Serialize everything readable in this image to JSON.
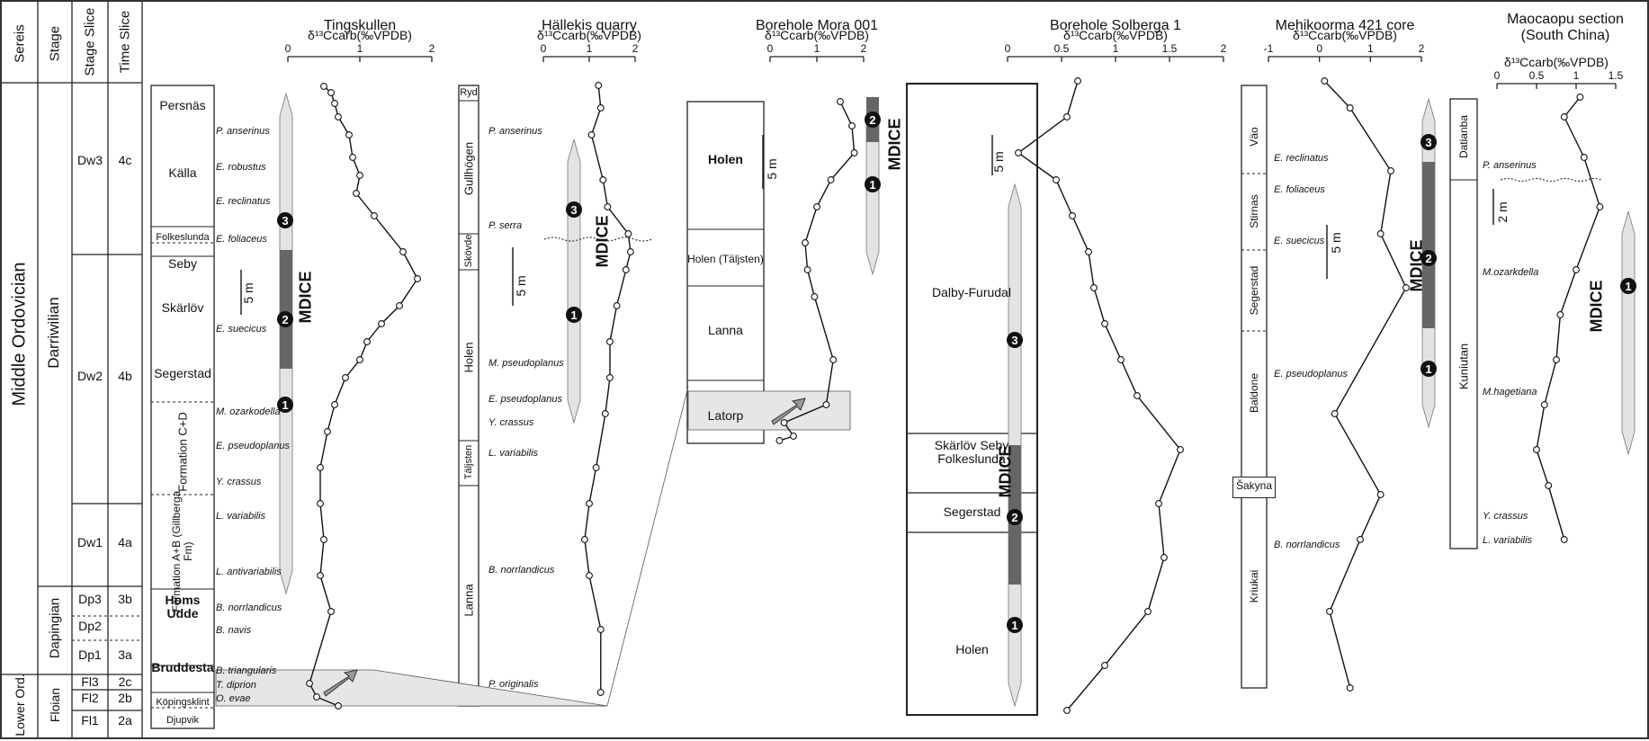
{
  "strat_headers": {
    "series": "Sereis",
    "stage": "Stage",
    "stage_slice": "Stage Slice",
    "time_slice": "Time Slice"
  },
  "series": {
    "middle": "Middle Ordovician",
    "lower": "Lower Ord."
  },
  "stages": {
    "darriwilian": "Darriwilian",
    "dapingian": "Dapingian",
    "floian": "Floian"
  },
  "stage_slices": [
    "Dw3",
    "Dw2",
    "Dw1",
    "Dp3",
    "Dp2",
    "Dp1",
    "Fl3",
    "Fl2",
    "Fl1"
  ],
  "time_slices": [
    "4c",
    "4b",
    "4a",
    "3b",
    "3a",
    "2c",
    "2b",
    "2a"
  ],
  "axis_label": "δ¹³Ccarb(‰VPDB)",
  "mdice": "MDICE",
  "scale": {
    "five_m": "5 m",
    "two_m": "2 m"
  },
  "markers": [
    "1",
    "2",
    "3"
  ],
  "tingskullen": {
    "title": "Tingskullen",
    "ticks": [
      "0",
      "1",
      "2"
    ],
    "units": [
      "Persnäs",
      "Källa",
      "Folkeslunda",
      "Seby",
      "Skärlöv",
      "Segerstad",
      "Formation C+D",
      "Formation A+B (Gillberga Fm)",
      "Homs Udde",
      "Bruddesta",
      "Köpingsklint",
      "Djupvik"
    ],
    "fossils": [
      "P. anserinus",
      "E. robustus",
      "E. reclinatus",
      "E. foliaceus",
      "E. suecicus",
      "M. ozarkodella",
      "E. pseudoplanus",
      "Y. crassus",
      "L. variabilis",
      "L. antivariabilis",
      "B. norrlandicus",
      "B. navis",
      "B. triangularis",
      "T. diprion",
      "O. evae"
    ]
  },
  "hallekis": {
    "title": "Hällekis quarry",
    "ticks": [
      "0",
      "1",
      "2"
    ],
    "units": [
      "Ryd",
      "Gullhögen",
      "Skövde",
      "Holen",
      "Täljsten",
      "Lanna"
    ],
    "fossils": [
      "P. anserinus",
      "P. serra",
      "M. pseudoplanus",
      "E. pseudoplanus",
      "Y. crassus",
      "L. variabilis",
      "B. norrlandicus",
      "P. originalis"
    ]
  },
  "mora": {
    "title": "Borehole Mora 001",
    "ticks": [
      "0",
      "1",
      "2"
    ],
    "units": [
      "Holen",
      "Holen (Täljsten)",
      "Lanna",
      "Latorp"
    ]
  },
  "solberga": {
    "title": "Borehole Solberga 1",
    "ticks": [
      "0",
      "0.5",
      "1",
      "1.5",
      "2"
    ],
    "units": [
      "Dalby-Furudal",
      "Skärlöv Seby Folkeslunda",
      "Segerstad",
      "Holen"
    ]
  },
  "mehikoorma": {
    "title": "Mehikoorma 421 core",
    "ticks": [
      "-1",
      "0",
      "1",
      "2"
    ],
    "units": [
      "Väo",
      "Stirnas",
      "Segerstad",
      "Baldone",
      "Šakyna",
      "Kriukai"
    ],
    "fossils": [
      "E. reclinatus",
      "E. foliaceus",
      "E. suecicus",
      "E. pseudoplanus",
      "B. norrlandicus"
    ]
  },
  "maocaopu": {
    "title": "Maocaopu section (South China)",
    "ticks": [
      "0",
      "0.5",
      "1",
      "1.5"
    ],
    "units": [
      "Datianba",
      "Kuniutan"
    ],
    "fossils": [
      "P. anserinus",
      "M.ozarkdella",
      "M.hagetiana",
      "Y. crassus",
      "L. variabilis"
    ]
  },
  "curve_data": {
    "tingskullen": [
      [
        0.5,
        96
      ],
      [
        0.6,
        103
      ],
      [
        0.65,
        115
      ],
      [
        0.7,
        130
      ],
      [
        0.85,
        150
      ],
      [
        0.9,
        175
      ],
      [
        1.0,
        195
      ],
      [
        0.95,
        215
      ],
      [
        1.2,
        240
      ],
      [
        1.6,
        280
      ],
      [
        1.8,
        310
      ],
      [
        1.55,
        340
      ],
      [
        1.3,
        360
      ],
      [
        1.1,
        380
      ],
      [
        1.0,
        400
      ],
      [
        0.8,
        420
      ],
      [
        0.65,
        450
      ],
      [
        0.55,
        480
      ],
      [
        0.45,
        520
      ],
      [
        0.45,
        560
      ],
      [
        0.5,
        600
      ],
      [
        0.45,
        640
      ],
      [
        0.6,
        680
      ],
      [
        0.3,
        760
      ],
      [
        0.4,
        775
      ],
      [
        0.7,
        785
      ]
    ],
    "hallekis": [
      [
        1.2,
        95
      ],
      [
        1.25,
        120
      ],
      [
        1.05,
        150
      ],
      [
        1.3,
        200
      ],
      [
        1.4,
        230
      ],
      [
        1.85,
        260
      ],
      [
        1.9,
        280
      ],
      [
        1.8,
        300
      ],
      [
        1.6,
        340
      ],
      [
        1.45,
        380
      ],
      [
        1.45,
        420
      ],
      [
        1.35,
        460
      ],
      [
        1.15,
        520
      ],
      [
        1.0,
        560
      ],
      [
        0.9,
        600
      ],
      [
        1.0,
        640
      ],
      [
        1.25,
        700
      ],
      [
        1.25,
        770
      ]
    ],
    "mora": [
      [
        1.5,
        113
      ],
      [
        1.75,
        140
      ],
      [
        1.8,
        170
      ],
      [
        1.3,
        200
      ],
      [
        1.0,
        230
      ],
      [
        0.75,
        270
      ],
      [
        0.8,
        300
      ],
      [
        0.95,
        330
      ],
      [
        1.35,
        400
      ],
      [
        1.2,
        450
      ],
      [
        0.3,
        470
      ],
      [
        0.5,
        485
      ],
      [
        0.2,
        490
      ]
    ],
    "solberga": [
      [
        0.65,
        90
      ],
      [
        0.55,
        130
      ],
      [
        0.1,
        170
      ],
      [
        0.45,
        200
      ],
      [
        0.6,
        240
      ],
      [
        0.75,
        280
      ],
      [
        0.8,
        320
      ],
      [
        0.9,
        360
      ],
      [
        1.05,
        400
      ],
      [
        1.2,
        440
      ],
      [
        1.6,
        500
      ],
      [
        1.4,
        560
      ],
      [
        1.45,
        620
      ],
      [
        1.3,
        680
      ],
      [
        0.9,
        740
      ],
      [
        0.55,
        790
      ]
    ],
    "mehikoorma": [
      [
        0.1,
        90
      ],
      [
        0.6,
        120
      ],
      [
        1.4,
        190
      ],
      [
        1.2,
        260
      ],
      [
        1.7,
        320
      ],
      [
        0.3,
        460
      ],
      [
        1.2,
        550
      ],
      [
        0.8,
        600
      ],
      [
        0.2,
        680
      ],
      [
        0.6,
        765
      ]
    ],
    "maocaopu": [
      [
        1.05,
        108
      ],
      [
        0.85,
        130
      ],
      [
        1.1,
        175
      ],
      [
        1.3,
        230
      ],
      [
        1.0,
        300
      ],
      [
        0.8,
        350
      ],
      [
        0.75,
        400
      ],
      [
        0.6,
        450
      ],
      [
        0.5,
        500
      ],
      [
        0.65,
        540
      ],
      [
        0.85,
        600
      ]
    ]
  }
}
